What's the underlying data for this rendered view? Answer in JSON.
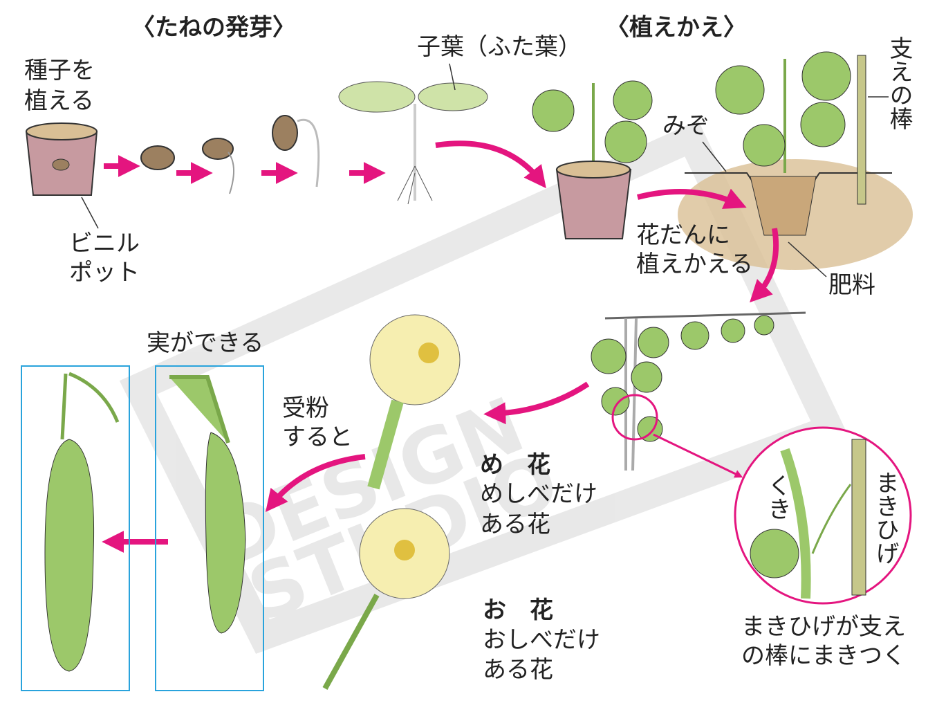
{
  "headings": {
    "germination": "〈たねの発芽〉",
    "transplant": "〈植えかえ〉"
  },
  "labels": {
    "plant_seed": [
      "種子を",
      "植える"
    ],
    "cotyledon": "子葉（ふた葉）",
    "support_stick": "支えの棒",
    "furrow": "みぞ",
    "vinyl_pot": [
      "ビニル",
      "ポット"
    ],
    "transplant_bed": [
      "花だんに",
      "植えかえる"
    ],
    "fertilizer": "肥料",
    "fruit_forms": "実ができる",
    "pollination": [
      "受粉",
      "すると"
    ],
    "female_flower": {
      "title": "め　花",
      "desc": [
        "めしべだけ",
        "ある花"
      ]
    },
    "male_flower": {
      "title": "お　花",
      "desc": [
        "おしべだけ",
        "ある花"
      ]
    },
    "stem": "くき",
    "tendril": "まきひげ",
    "tendril_note": [
      "まきひげが支え",
      "の棒にまきつく"
    ]
  },
  "watermark": "DESIGN STUDIO",
  "colors": {
    "arrow": "#e4157f",
    "frame": "#29a3dc",
    "leaf": "#9cc86a",
    "pot": "#c79aa0",
    "soil": "#d9bf95",
    "flower": "#f6eeb0"
  }
}
